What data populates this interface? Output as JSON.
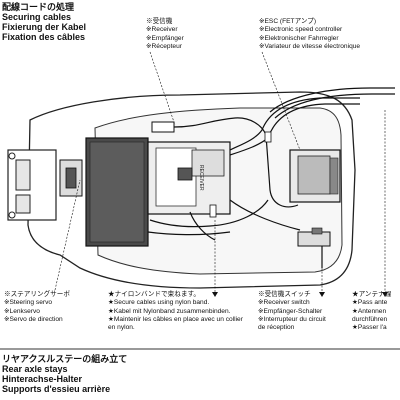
{
  "section_top": {
    "title_jp": "配線コードの処理",
    "title_en": "Securing cables",
    "title_de": "Fixierung der Kabel",
    "title_fr": "Fixation des câbles"
  },
  "labels": {
    "receiver": {
      "jp": "※受信機",
      "en": "※Receiver",
      "de": "※Empfänger",
      "fr": "※Récepteur"
    },
    "esc": {
      "jp": "※ESC (FETアンプ)",
      "en": "※Electronic speed controller",
      "de": "※Elektronischer Fahrregler",
      "fr": "※Variateur de vitesse électronique"
    },
    "steering_servo": {
      "jp": "※ステアリングサーボ",
      "en": "※Steering servo",
      "de": "※Lenkservo",
      "fr": "※Servo de direction"
    },
    "nylon_band": {
      "jp": "★ナイロンバンドで束ねます。",
      "en": "★Secure cables using nylon band.",
      "de": "★Kabel mit Nylonband zusammenbinden.",
      "fr": "★Maintenir les câbles en place avec un collier",
      "fr2": "en nylon."
    },
    "receiver_switch": {
      "jp": "※受信機スイッチ",
      "en": "※Receiver switch",
      "de": "※Empfänger-Schalter",
      "fr": "※Interrupteur du circuit",
      "fr2": "de réception"
    },
    "antenna": {
      "jp": "★アンテナ線",
      "en": "★Pass ante",
      "de": "★Antennen",
      "fr": "durchführen",
      "fr2": "★Passer l'a"
    }
  },
  "section_bottom": {
    "title_jp": "リヤアクスルステーの組み立て",
    "title_en": "Rear axle stays",
    "title_de": "Hinterachse-Halter",
    "title_fr": "Supports d'essieu arrière"
  },
  "receiver_print": "RECEIVER"
}
